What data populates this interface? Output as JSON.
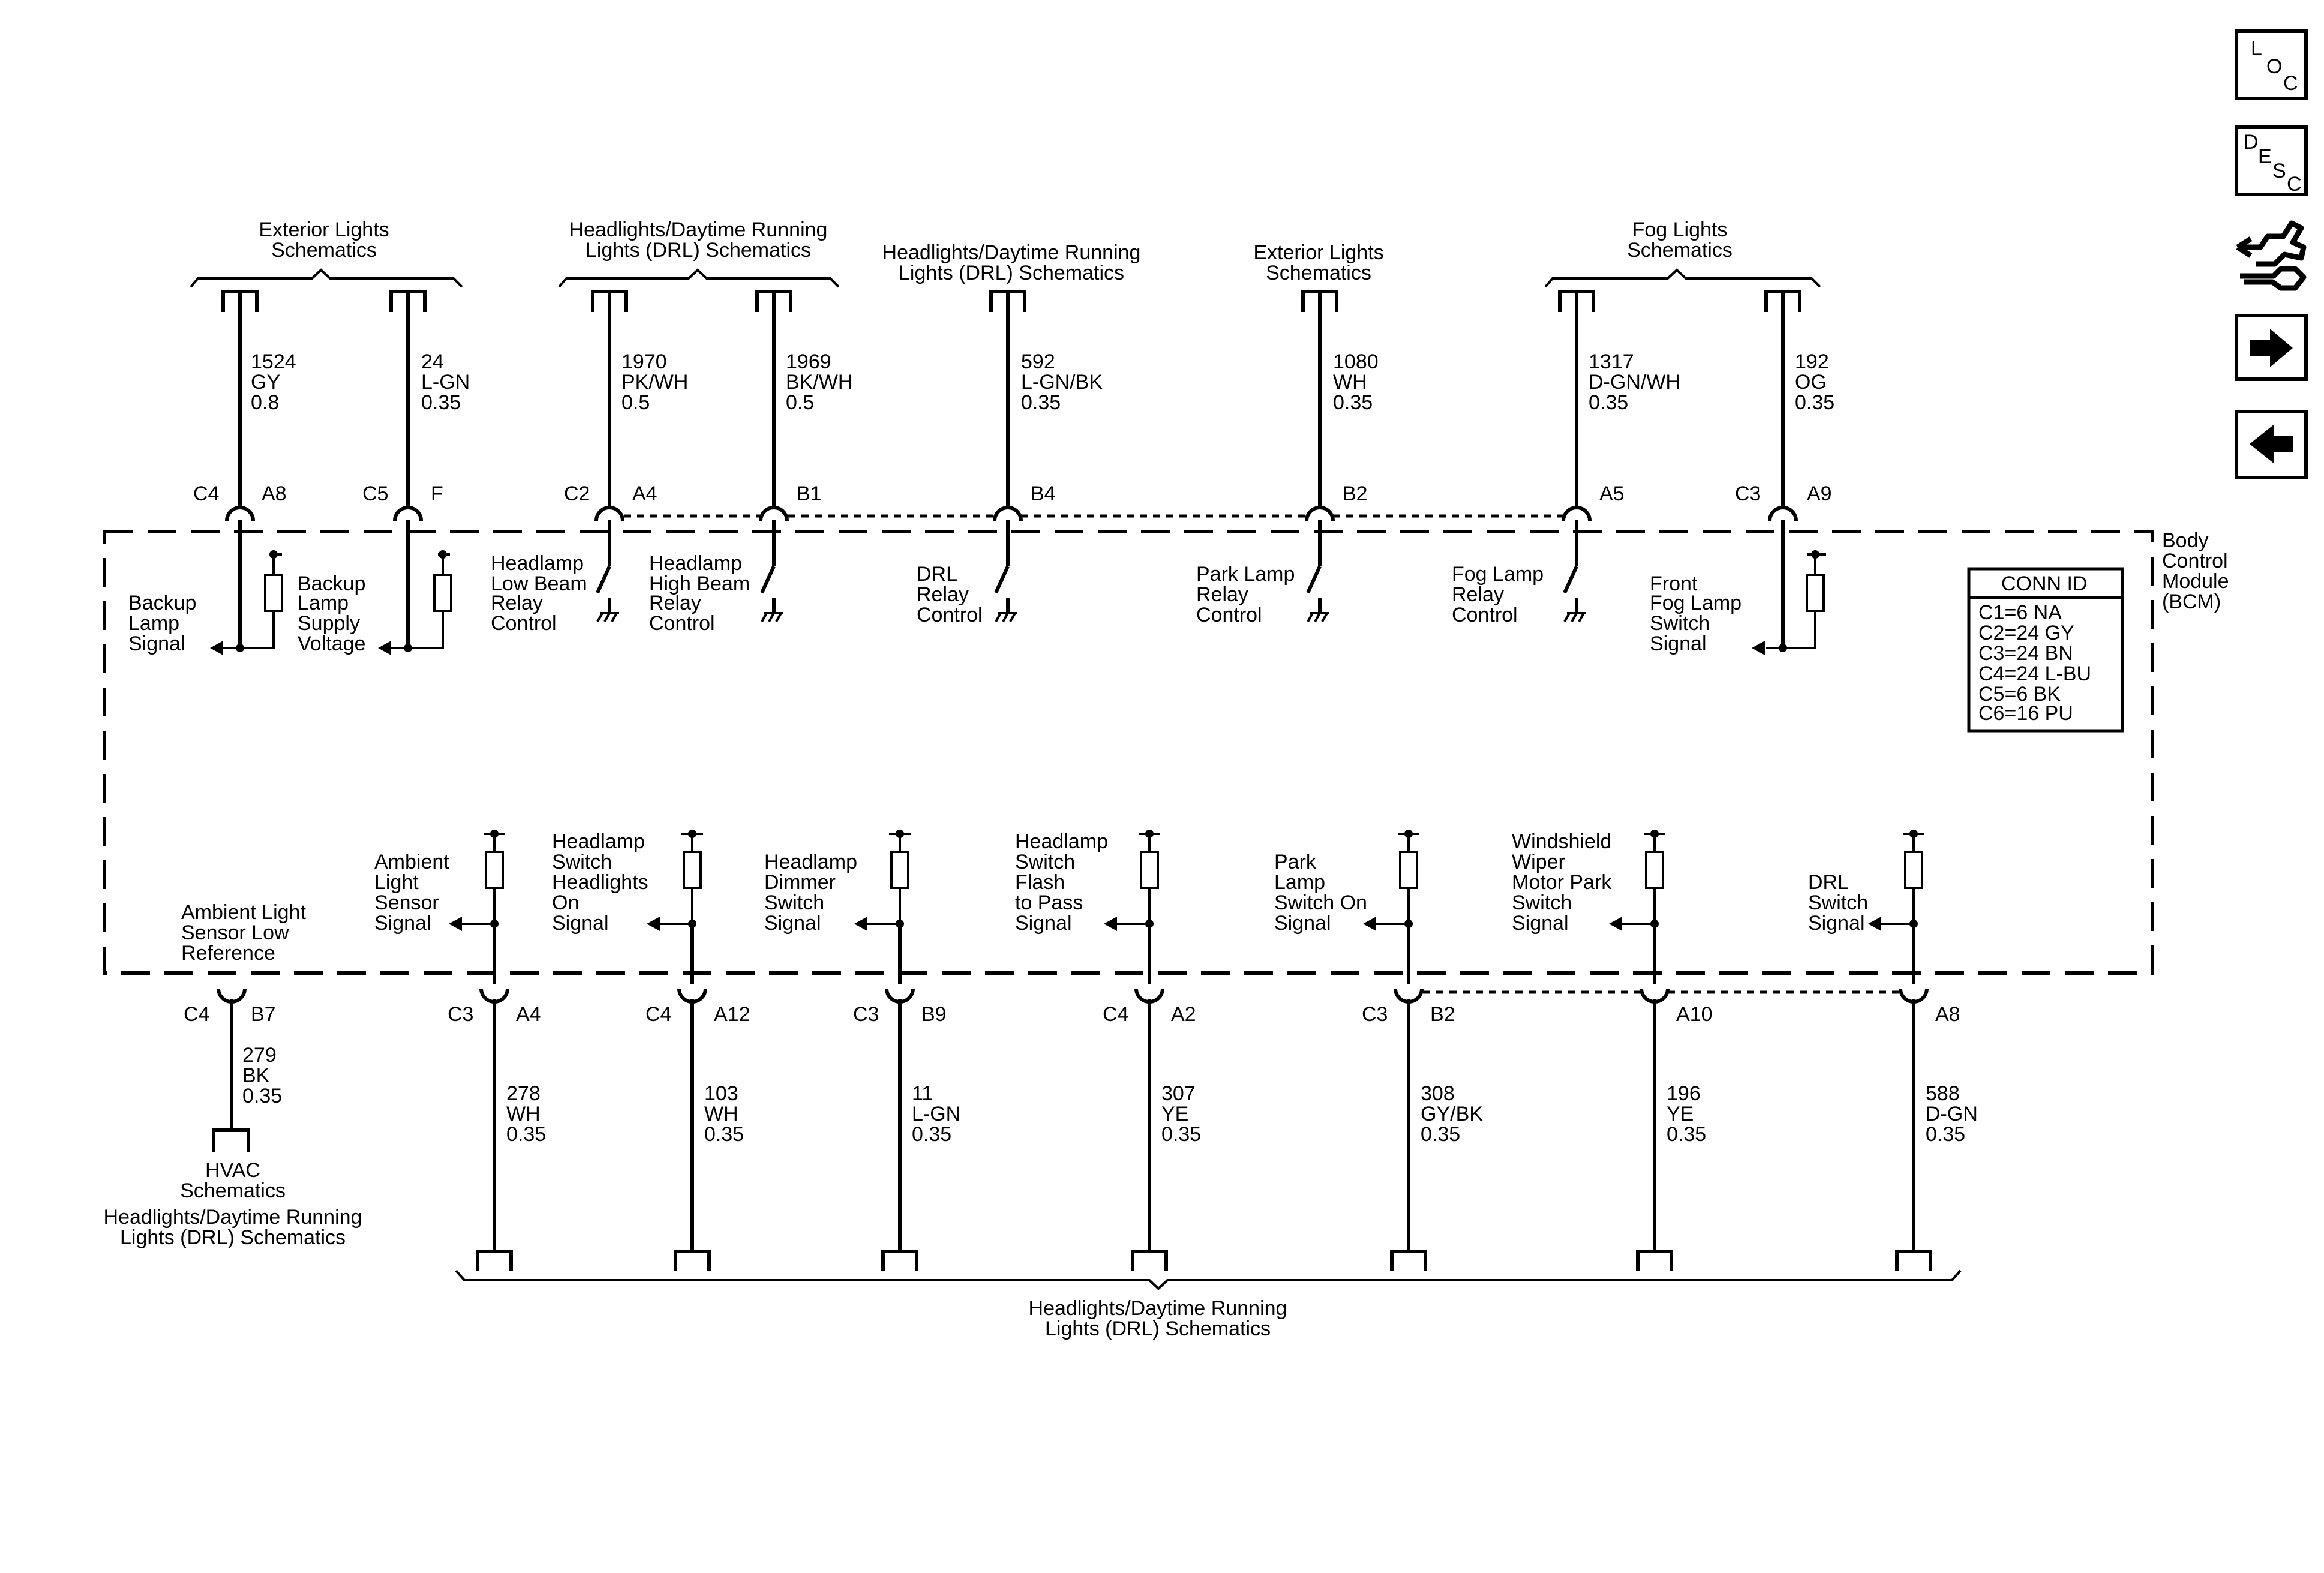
{
  "module": {
    "name_lines": [
      "Body",
      "Control",
      "Module",
      "(BCM)"
    ]
  },
  "nav": {
    "loc_letters": [
      "L",
      "O",
      "C"
    ],
    "desc_letters": [
      "D",
      "E",
      "S",
      "C"
    ]
  },
  "conn_id": {
    "title": "CONN ID",
    "rows": [
      "C1=6 NA",
      "C2=24 GY",
      "C3=24 BN",
      "C4=24 L-BU",
      "C5=6 BK",
      "C6=16 PU"
    ]
  },
  "top_refs": [
    {
      "lines": [
        "Exterior Lights",
        "Schematics"
      ]
    },
    {
      "lines": [
        "Headlights/Daytime Running",
        "Lights (DRL) Schematics"
      ]
    },
    {
      "lines": [
        "Headlights/Daytime Running",
        "Lights (DRL) Schematics"
      ]
    },
    {
      "lines": [
        "Exterior Lights",
        "Schematics"
      ]
    },
    {
      "lines": [
        "Fog Lights",
        "Schematics"
      ]
    }
  ],
  "top_circuits": [
    {
      "circuit": "1524",
      "color": "GY",
      "gauge": "0.8",
      "connector": "C4",
      "pin": "A8",
      "function": [
        "Backup",
        "Lamp",
        "Signal"
      ]
    },
    {
      "circuit": "24",
      "color": "L-GN",
      "gauge": "0.35",
      "connector": "C5",
      "pin": "F",
      "function": [
        "Backup",
        "Lamp",
        "Supply",
        "Voltage"
      ]
    },
    {
      "circuit": "1970",
      "color": "PK/WH",
      "gauge": "0.5",
      "connector": "C2",
      "pin": "A4",
      "function": [
        "Headlamp",
        "Low Beam",
        "Relay",
        "Control"
      ]
    },
    {
      "circuit": "1969",
      "color": "BK/WH",
      "gauge": "0.5",
      "connector": "",
      "pin": "B1",
      "function": [
        "Headlamp",
        "High Beam",
        "Relay",
        "Control"
      ]
    },
    {
      "circuit": "592",
      "color": "L-GN/BK",
      "gauge": "0.35",
      "connector": "",
      "pin": "B4",
      "function": [
        "DRL",
        "Relay",
        "Control"
      ]
    },
    {
      "circuit": "1080",
      "color": "WH",
      "gauge": "0.35",
      "connector": "",
      "pin": "B2",
      "function": [
        "Park Lamp",
        "Relay",
        "Control"
      ]
    },
    {
      "circuit": "1317",
      "color": "D-GN/WH",
      "gauge": "0.35",
      "connector": "",
      "pin": "A5",
      "function": [
        "Fog Lamp",
        "Relay",
        "Control"
      ]
    },
    {
      "circuit": "192",
      "color": "OG",
      "gauge": "0.35",
      "connector": "C3",
      "pin": "A9",
      "function": [
        "Front",
        "Fog Lamp",
        "Switch",
        "Signal"
      ]
    }
  ],
  "bottom_circuits": [
    {
      "circuit": "279",
      "color": "BK",
      "gauge": "0.35",
      "connector": "C4",
      "pin": "B7",
      "function": [
        "Ambient Light",
        "Sensor Low",
        "Reference"
      ]
    },
    {
      "circuit": "278",
      "color": "WH",
      "gauge": "0.35",
      "connector": "C3",
      "pin": "A4",
      "function": [
        "Ambient",
        "Light",
        "Sensor",
        "Signal"
      ]
    },
    {
      "circuit": "103",
      "color": "WH",
      "gauge": "0.35",
      "connector": "C4",
      "pin": "A12",
      "function": [
        "Headlamp",
        "Switch",
        "Headlights",
        "On",
        "Signal"
      ]
    },
    {
      "circuit": "11",
      "color": "L-GN",
      "gauge": "0.35",
      "connector": "C3",
      "pin": "B9",
      "function": [
        "Headlamp",
        "Dimmer",
        "Switch",
        "Signal"
      ]
    },
    {
      "circuit": "307",
      "color": "YE",
      "gauge": "0.35",
      "connector": "C4",
      "pin": "A2",
      "function": [
        "Headlamp",
        "Switch",
        "Flash",
        "to Pass",
        "Signal"
      ]
    },
    {
      "circuit": "308",
      "color": "GY/BK",
      "gauge": "0.35",
      "connector": "C3",
      "pin": "B2",
      "function": [
        "Park",
        "Lamp",
        "Switch On",
        "Signal"
      ]
    },
    {
      "circuit": "196",
      "color": "YE",
      "gauge": "0.35",
      "connector": "",
      "pin": "A10",
      "function": [
        "Windshield",
        "Wiper",
        "Motor Park",
        "Switch",
        "Signal"
      ]
    },
    {
      "circuit": "588",
      "color": "D-GN",
      "gauge": "0.35",
      "connector": "",
      "pin": "A8",
      "function": [
        "DRL",
        "Switch",
        "Signal"
      ]
    }
  ],
  "bottom_refs": [
    {
      "lines": [
        "HVAC",
        "Schematics",
        "Headlights/Daytime Running",
        "Lights (DRL) Schematics"
      ]
    },
    {
      "lines": [
        "Headlights/Daytime Running",
        "Lights (DRL) Schematics"
      ]
    }
  ]
}
